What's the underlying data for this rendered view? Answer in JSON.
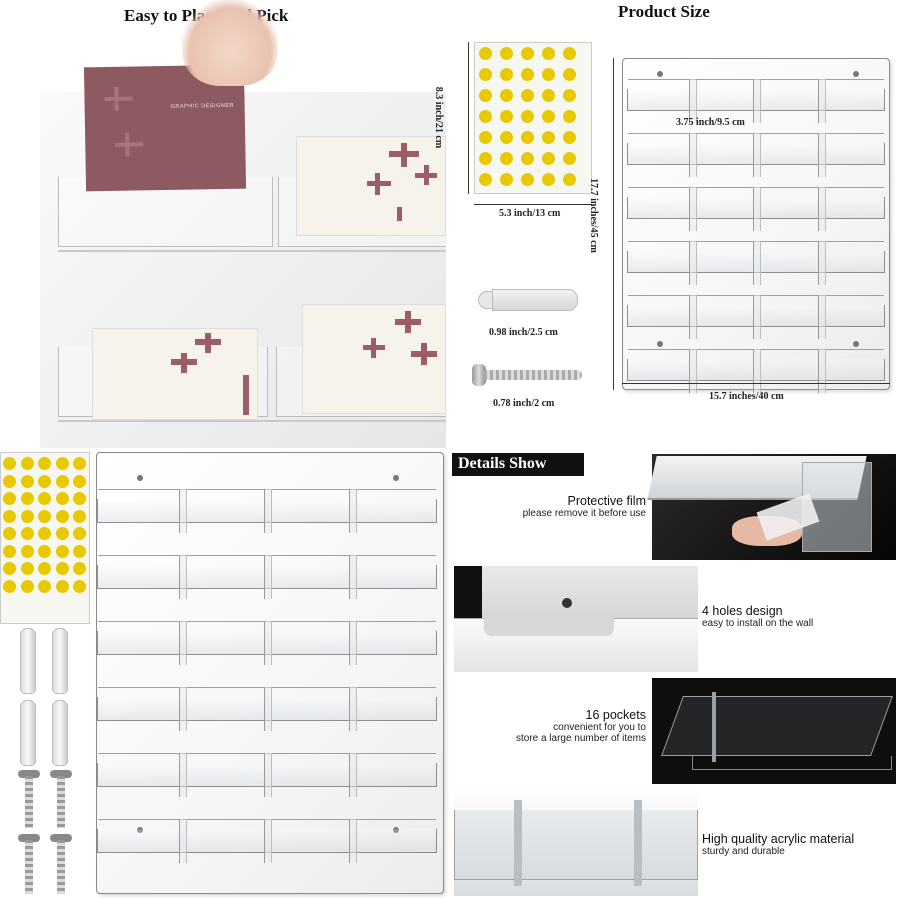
{
  "top_left": {
    "title": "Easy to Place and Pick",
    "card_text": "GRAPHIC DESIGNER"
  },
  "top_right": {
    "title": "Product Size",
    "stickers_height": "8.3 inch/21 cm",
    "stickers_width": "5.3 inch/13 cm",
    "anchor_size": "0.98 inch/2.5 cm",
    "screw_size": "0.78 inch/2 cm",
    "pocket_width": "3.75  inch/9.5 cm",
    "board_height": "17.7 inches/45 cm",
    "board_width": "15.7 inches/40 cm"
  },
  "details": {
    "header": "Details Show",
    "items": [
      {
        "title": "Protective film",
        "sub": "please remove it before use"
      },
      {
        "title": "4 holes design",
        "sub": "easy to install on the wall"
      },
      {
        "title": "16 pockets",
        "sub": "convenient for you to",
        "sub2": "store a large number of items"
      },
      {
        "title": "High quality acrylic material",
        "sub": "sturdy and durable"
      }
    ]
  }
}
